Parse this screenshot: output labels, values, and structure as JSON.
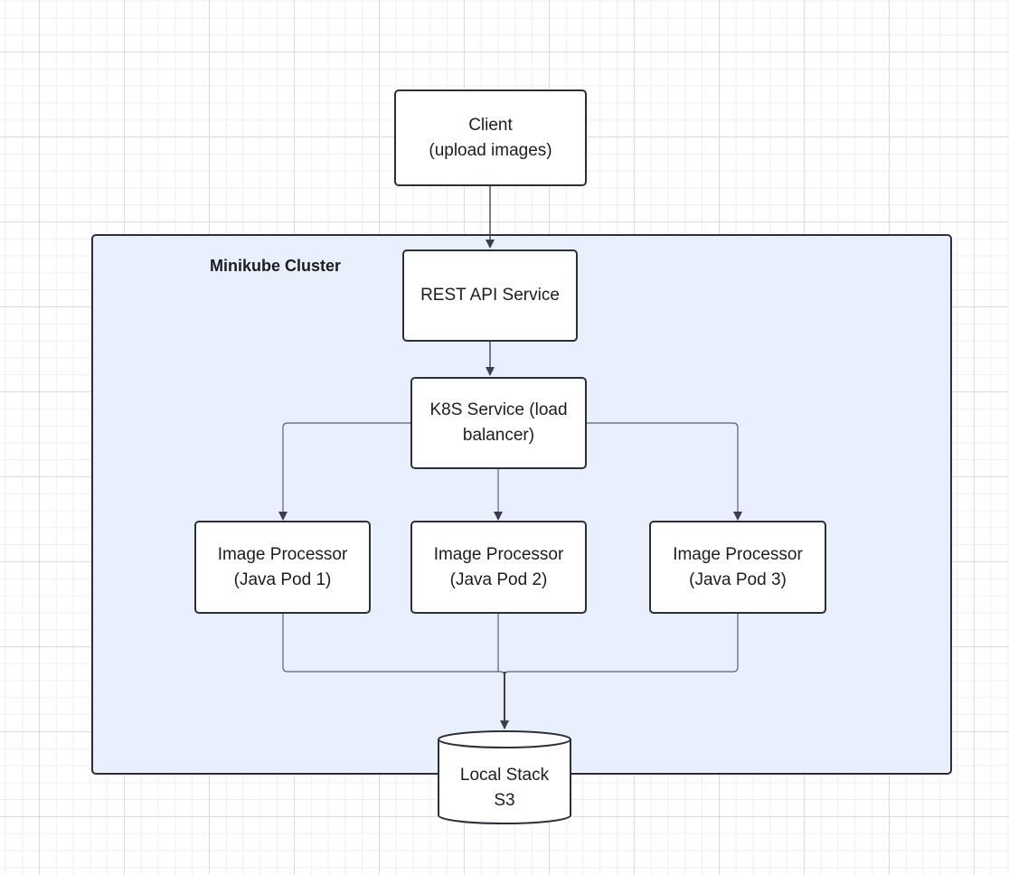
{
  "cluster": {
    "label": "Minikube Cluster"
  },
  "nodes": {
    "client": {
      "line1": "Client",
      "line2": "(upload images)"
    },
    "rest_api": {
      "label": "REST API Service"
    },
    "k8s_service": {
      "line1": "K8S Service (load",
      "line2": "balancer)"
    },
    "processor_1": {
      "line1": "Image Processor",
      "line2": "(Java Pod 1)"
    },
    "processor_2": {
      "line1": "Image Processor",
      "line2": "(Java Pod 2)"
    },
    "processor_3": {
      "line1": "Image Processor",
      "line2": "(Java Pod 3)"
    },
    "storage": {
      "line1": "Local Stack",
      "line2": "S3"
    }
  },
  "colors": {
    "cluster_fill": "#e9effd",
    "border": "#2b2f36",
    "connector": "#5a6070",
    "canvas_grid": "#dcdcdc"
  }
}
